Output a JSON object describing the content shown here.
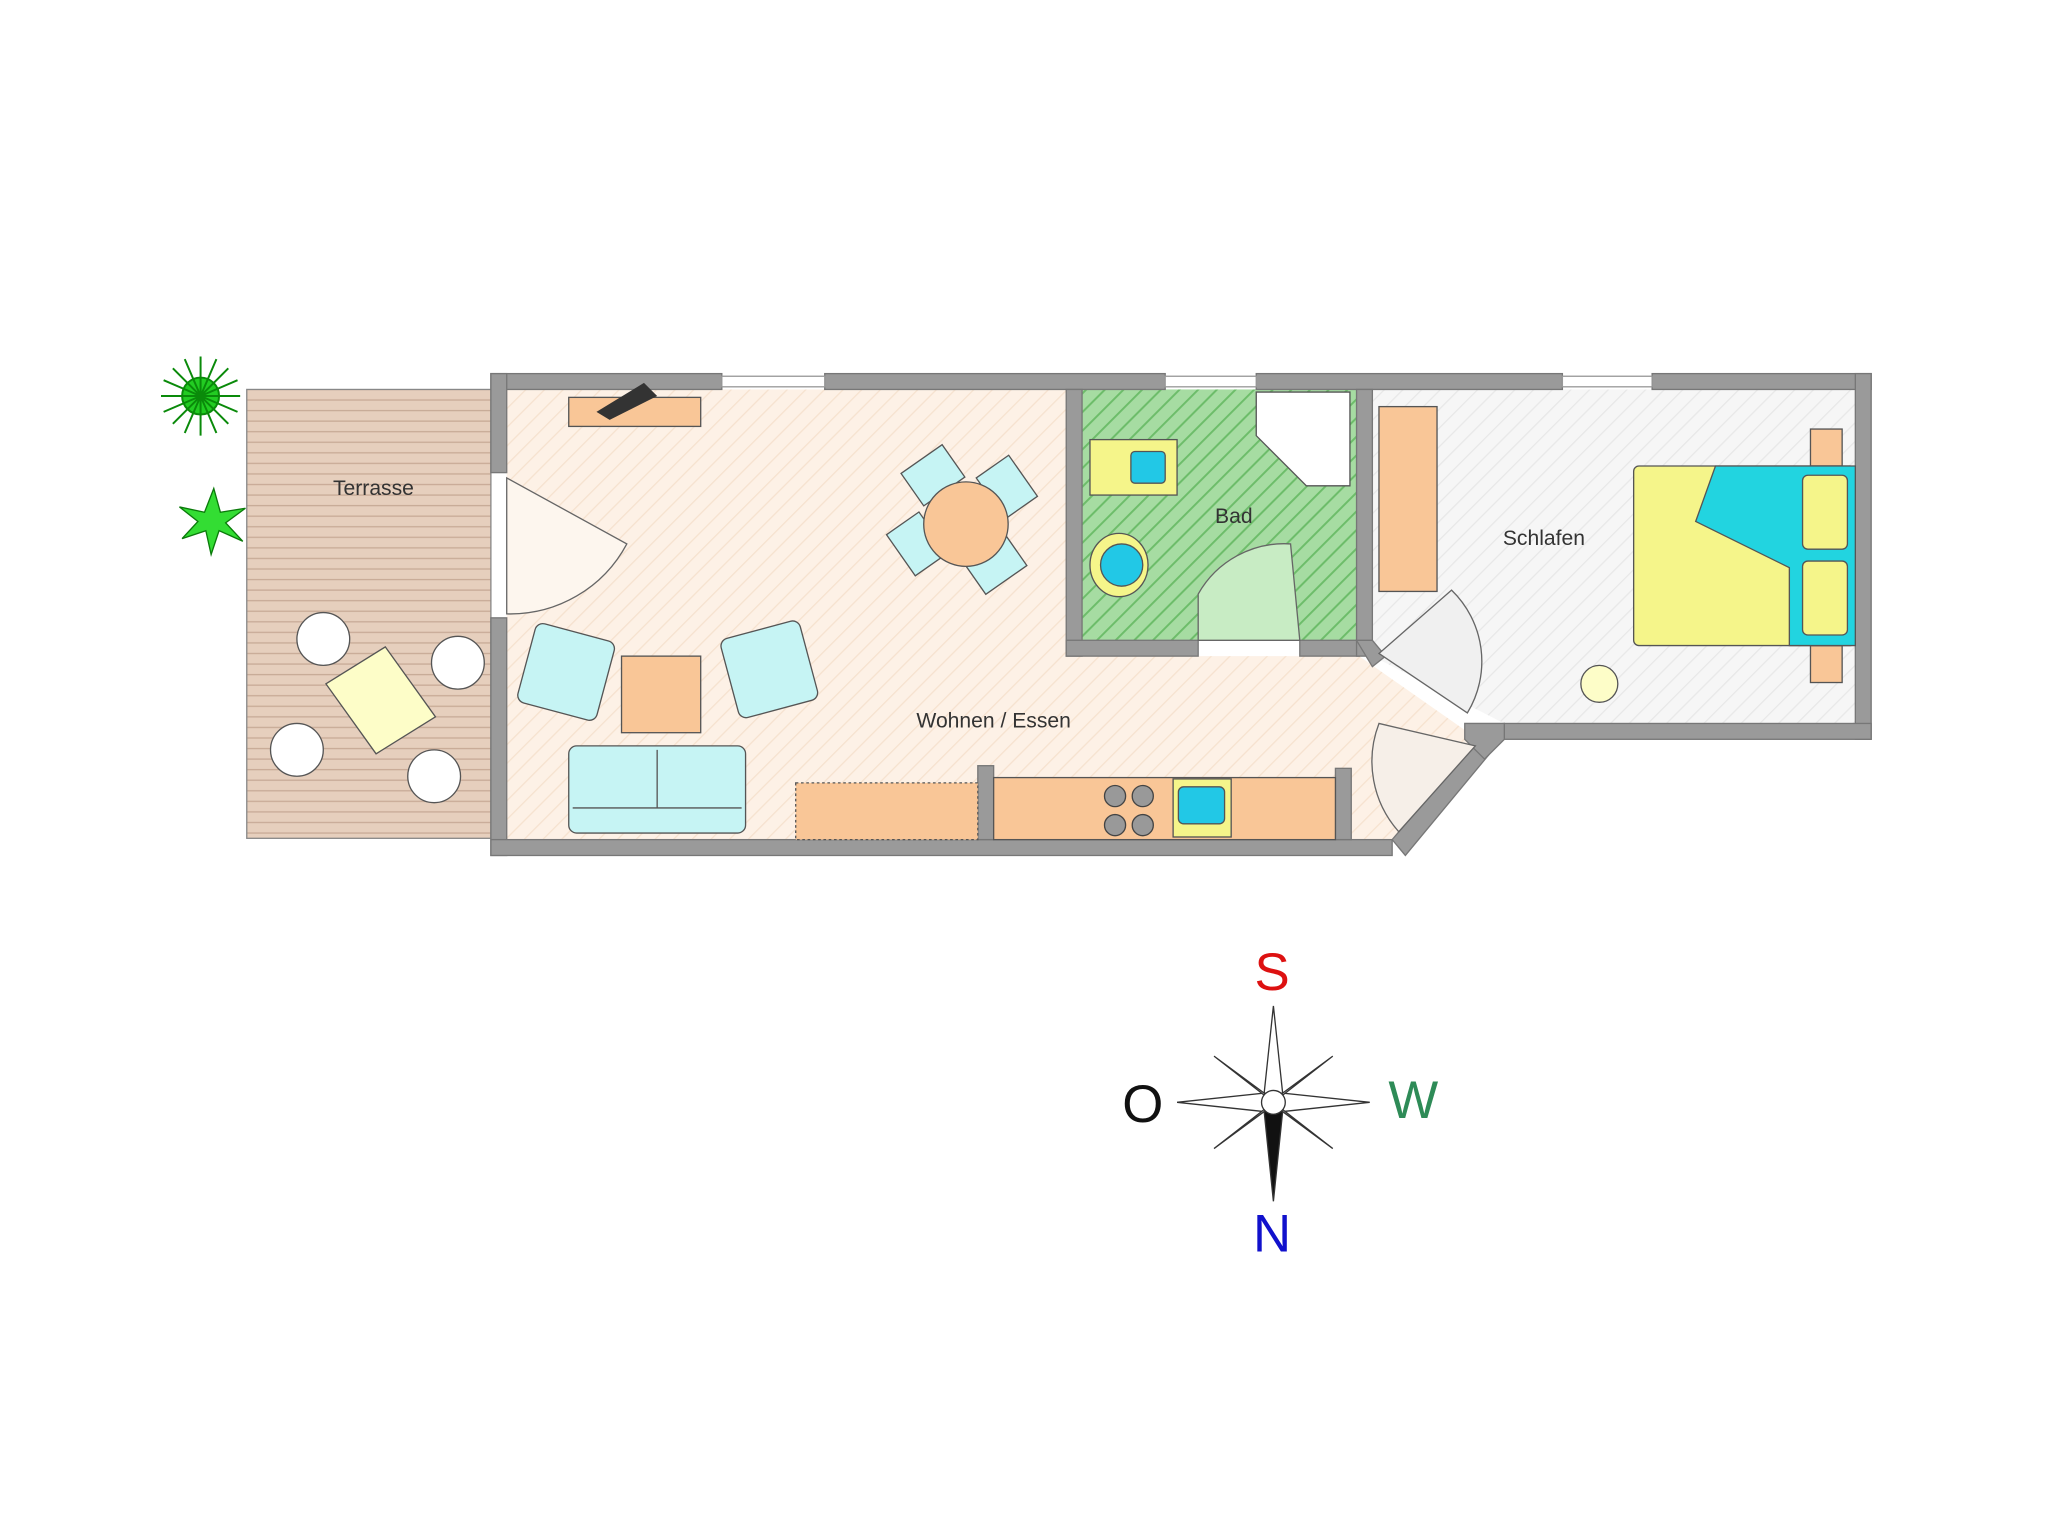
{
  "rooms": {
    "terrace": "Terrasse",
    "bathroom": "Bad",
    "bedroom": "Schlafen",
    "living": "Wohnen / Essen"
  },
  "compass": {
    "south": "S",
    "east": "O",
    "west": "W",
    "north": "N",
    "colors": {
      "south": "#dd1111",
      "east": "#111111",
      "west": "#2e8b57",
      "north": "#1111cc"
    }
  }
}
